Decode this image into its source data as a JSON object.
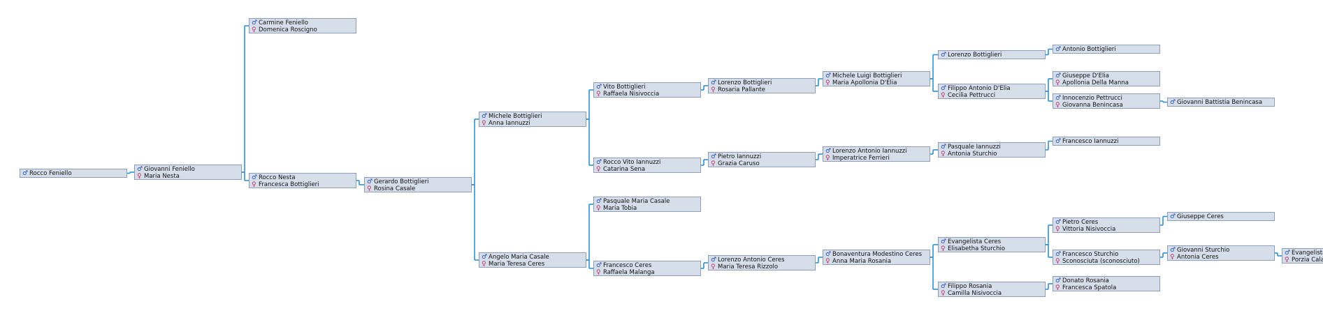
{
  "symbols": {
    "male": "♂",
    "female": "♀"
  },
  "colors": {
    "connector": "#2f8fd0",
    "box_fill": "#d6deea",
    "box_border": "#8d9cb7",
    "male": "#1f4fb0",
    "female": "#c0306a"
  },
  "persons": {
    "root": {
      "male": "Rocco Feniello"
    },
    "g1": {
      "male": "Giovanni Feniello",
      "female": "Maria Nesta"
    },
    "g2a": {
      "male": "Carmine Feniello",
      "female": "Domenica Roscigno"
    },
    "g2b": {
      "male": "Rocco Nesta",
      "female": "Francesca Bottiglieri"
    },
    "g3": {
      "male": "Gerardo Bottiglieri",
      "female": "Rosina Casale"
    },
    "g4a": {
      "male": "Michele Bottiglieri",
      "female": "Anna Iannuzzi"
    },
    "g4b": {
      "male": "Angelo Maria Casale",
      "female": "Maria Teresa Ceres"
    },
    "g5a": {
      "male": "Vito Bottiglieri",
      "female": "Raffaela Nisivoccia"
    },
    "g5b": {
      "male": "Rocco Vito Iannuzzi",
      "female": "Catarina Sena"
    },
    "g5c": {
      "male": "Pasquale Maria Casale",
      "female": "Maria Tobia"
    },
    "g5d": {
      "male": "Francesco Ceres",
      "female": "Raffaela Malanga"
    },
    "g6a": {
      "male": "Lorenzo Bottiglieri",
      "female": "Rosaria Pallante"
    },
    "g6b": {
      "male": "Pietro Iannuzzi",
      "female": "Grazia Caruso"
    },
    "g6c": {
      "male": "Lorenzo Antonio Ceres",
      "female": "Maria Teresa Rizzolo"
    },
    "g7a": {
      "male": "Michele Luigi Bottiglieri",
      "female": "Maria Apollonia D'Elia"
    },
    "g7b": {
      "male": "Lorenzo Antonio Iannuzzi",
      "female": "Imperatrice Ferrieri"
    },
    "g7c": {
      "male": "Bonaventura Modestino Ceres",
      "female": "Anna Maria Rosania"
    },
    "g8a": {
      "male": "Lorenzo Bottiglieri"
    },
    "g8b": {
      "male": "Filippo Antonio D'Elia",
      "female": "Cecilia Pettrucci"
    },
    "g8c": {
      "male": "Pasquale Iannuzzi",
      "female": "Antonia Sturchio"
    },
    "g8d": {
      "male": "Evangelista Ceres",
      "female": "Elisabetha Sturchio"
    },
    "g8e": {
      "male": "Filippo Rosania",
      "female": "Camilla Nisivoccia"
    },
    "g9a": {
      "male": "Antonio Bottiglieri"
    },
    "g9b": {
      "male": "Giuseppe D'Elia",
      "female": "Apollonia Della Manna"
    },
    "g9c": {
      "male": "Innocenzio Pettrucci",
      "female": "Giovanna Benincasa"
    },
    "g9d": {
      "male": "Francesco Iannuzzi"
    },
    "g9e": {
      "male": "Pietro Ceres",
      "female": "Vittoria Nisivoccia"
    },
    "g9f": {
      "male": "Francesco Sturchio",
      "female": "Sconosciuta (sconosciuto)"
    },
    "g9g": {
      "male": "Donato Rosania",
      "female": "Francesca Spatola"
    },
    "g10a": {
      "male": "Giovanni Battistia Benincasa"
    },
    "g10b": {
      "male": "Giuseppe Ceres"
    },
    "g10c": {
      "male": "Giovanni Sturchio",
      "female": "Antonia Ceres"
    },
    "g11a": {
      "male": "Evangelista Ceres",
      "female": "Porzia Calabrese"
    }
  },
  "links": [
    [
      "root",
      "g1"
    ],
    [
      "g1",
      "g2a"
    ],
    [
      "g1",
      "g2b"
    ],
    [
      "g2b",
      "g3"
    ],
    [
      "g3",
      "g4a"
    ],
    [
      "g3",
      "g4b"
    ],
    [
      "g4a",
      "g5a"
    ],
    [
      "g4a",
      "g5b"
    ],
    [
      "g4b",
      "g5c"
    ],
    [
      "g4b",
      "g5d"
    ],
    [
      "g5a",
      "g6a"
    ],
    [
      "g5b",
      "g6b"
    ],
    [
      "g5d",
      "g6c"
    ],
    [
      "g6a",
      "g7a"
    ],
    [
      "g6b",
      "g7b"
    ],
    [
      "g6c",
      "g7c"
    ],
    [
      "g7a",
      "g8a"
    ],
    [
      "g7a",
      "g8b"
    ],
    [
      "g7b",
      "g8c"
    ],
    [
      "g7c",
      "g8d"
    ],
    [
      "g7c",
      "g8e"
    ],
    [
      "g8a",
      "g9a"
    ],
    [
      "g8b",
      "g9b"
    ],
    [
      "g8b",
      "g9c"
    ],
    [
      "g8c",
      "g9d"
    ],
    [
      "g8d",
      "g9e"
    ],
    [
      "g8d",
      "g9f"
    ],
    [
      "g8e",
      "g9g"
    ],
    [
      "g9c",
      "g10a"
    ],
    [
      "g9e",
      "g10b"
    ],
    [
      "g9f",
      "g10c"
    ],
    [
      "g10c",
      "g11a"
    ]
  ]
}
